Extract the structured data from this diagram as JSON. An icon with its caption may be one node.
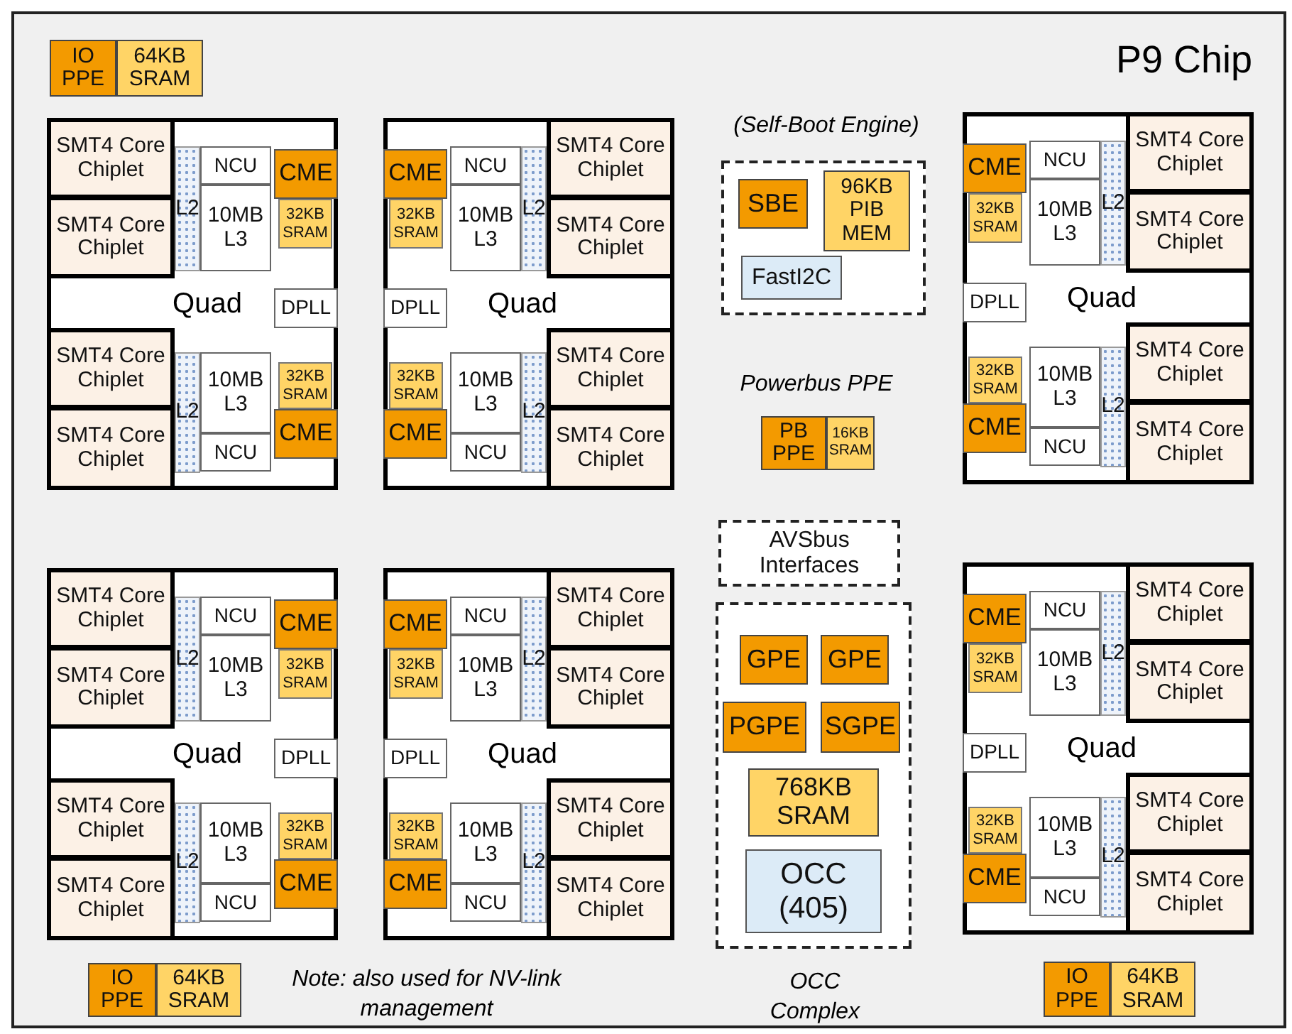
{
  "diagram": {
    "title": "P9 Chip",
    "nodes": [
      {
        "text": [
          "IO PPE"
        ]
      },
      {
        "text": [
          "64KB SRAM"
        ]
      },
      {
        "text": [
          "Quad"
        ]
      },
      {
        "text": [
          "SMT4 Core Chiplet"
        ],
        "in": 2
      },
      {
        "text": [
          "SMT4 Core Chiplet"
        ],
        "in": 2
      },
      {
        "text": [
          "L2"
        ],
        "in": 2
      },
      {
        "text": [
          "NCU"
        ],
        "in": 2
      },
      {
        "text": [
          "10MB L3"
        ],
        "in": 2
      },
      {
        "text": [
          "CME"
        ],
        "in": 2
      },
      {
        "text": [
          "32KB SRAM"
        ],
        "in": 2
      },
      {
        "text": [
          "DPLL"
        ],
        "in": 2
      },
      {
        "text": [
          "SMT4 Core Chiplet"
        ],
        "in": 2
      },
      {
        "text": [
          "SMT4 Core Chiplet"
        ],
        "in": 2
      },
      {
        "text": [
          "L2"
        ],
        "in": 2
      },
      {
        "text": [
          "10MB L3"
        ],
        "in": 2
      },
      {
        "text": [
          "32KB SRAM"
        ],
        "in": 2
      },
      {
        "text": [
          "NCU"
        ],
        "in": 2
      },
      {
        "text": [
          "CME"
        ],
        "in": 2
      },
      {
        "text": [
          "Quad"
        ]
      },
      {
        "text": [
          "SMT4 Core Chiplet"
        ],
        "in": 18
      },
      {
        "text": [
          "SMT4 Core Chiplet"
        ],
        "in": 18
      },
      {
        "text": [
          "L2"
        ],
        "in": 18
      },
      {
        "text": [
          "NCU"
        ],
        "in": 18
      },
      {
        "text": [
          "10MB L3"
        ],
        "in": 18
      },
      {
        "text": [
          "CME"
        ],
        "in": 18
      },
      {
        "text": [
          "32KB SRAM"
        ],
        "in": 18
      },
      {
        "text": [
          "DPLL"
        ],
        "in": 18
      },
      {
        "text": [
          "SMT4 Core Chiplet"
        ],
        "in": 18
      },
      {
        "text": [
          "SMT4 Core Chiplet"
        ],
        "in": 18
      },
      {
        "text": [
          "L2"
        ],
        "in": 18
      },
      {
        "text": [
          "10MB L3"
        ],
        "in": 18
      },
      {
        "text": [
          "32KB SRAM"
        ],
        "in": 18
      },
      {
        "text": [
          "NCU"
        ],
        "in": 18
      },
      {
        "text": [
          "CME"
        ],
        "in": 18
      },
      {
        "text": [
          "(Self-Boot Engine)"
        ]
      },
      {
        "text": [
          "SBE"
        ],
        "in": 34
      },
      {
        "text": [
          "96KB PIB MEM"
        ],
        "in": 34
      },
      {
        "text": [
          "FastI2C"
        ],
        "in": 34
      },
      {
        "text": [
          "PB PPE"
        ]
      },
      {
        "text": [
          "16KB SRAM"
        ]
      },
      {
        "text": [
          "Quad"
        ]
      },
      {
        "text": [
          "SMT4 Core Chiplet"
        ],
        "in": 40
      },
      {
        "text": [
          "SMT4 Core Chiplet"
        ],
        "in": 40
      },
      {
        "text": [
          "L2"
        ],
        "in": 40
      },
      {
        "text": [
          "NCU"
        ],
        "in": 40
      },
      {
        "text": [
          "10MB L3"
        ],
        "in": 40
      },
      {
        "text": [
          "CME"
        ],
        "in": 40
      },
      {
        "text": [
          "32KB SRAM"
        ],
        "in": 40
      },
      {
        "text": [
          "DPLL"
        ],
        "in": 40
      },
      {
        "text": [
          "SMT4 Core Chiplet"
        ],
        "in": 40
      },
      {
        "text": [
          "SMT4 Core Chiplet"
        ],
        "in": 40
      },
      {
        "text": [
          "L2"
        ],
        "in": 40
      },
      {
        "text": [
          "10MB L3"
        ],
        "in": 40
      },
      {
        "text": [
          "32KB SRAM"
        ],
        "in": 40
      },
      {
        "text": [
          "NCU"
        ],
        "in": 40
      },
      {
        "text": [
          "CME"
        ],
        "in": 40
      },
      {
        "text": [
          "Quad"
        ]
      },
      {
        "text": [
          "SMT4 Core Chiplet"
        ],
        "in": 56
      },
      {
        "text": [
          "SMT4 Core Chiplet"
        ],
        "in": 56
      },
      {
        "text": [
          "L2"
        ],
        "in": 56
      },
      {
        "text": [
          "NCU"
        ],
        "in": 56
      },
      {
        "text": [
          "10MB L3"
        ],
        "in": 56
      },
      {
        "text": [
          "CME"
        ],
        "in": 56
      },
      {
        "text": [
          "32KB SRAM"
        ],
        "in": 56
      },
      {
        "text": [
          "DPLL"
        ],
        "in": 56
      },
      {
        "text": [
          "SMT4 Core Chiplet"
        ],
        "in": 56
      },
      {
        "text": [
          "SMT4 Core Chiplet"
        ],
        "in": 56
      },
      {
        "text": [
          "L2"
        ],
        "in": 56
      },
      {
        "text": [
          "10MB L3"
        ],
        "in": 56
      },
      {
        "text": [
          "32KB SRAM"
        ],
        "in": 56
      },
      {
        "text": [
          "NCU"
        ],
        "in": 56
      },
      {
        "text": [
          "CME"
        ],
        "in": 56
      },
      {
        "text": [
          "Quad"
        ]
      },
      {
        "text": [
          "SMT4 Core Chiplet"
        ],
        "in": 72
      },
      {
        "text": [
          "SMT4 Core Chiplet"
        ],
        "in": 72
      },
      {
        "text": [
          "L2"
        ],
        "in": 72
      },
      {
        "text": [
          "NCU"
        ],
        "in": 72
      },
      {
        "text": [
          "10MB L3"
        ],
        "in": 72
      },
      {
        "text": [
          "CME"
        ],
        "in": 72
      },
      {
        "text": [
          "32KB SRAM"
        ],
        "in": 72
      },
      {
        "text": [
          "DPLL"
        ],
        "in": 72
      },
      {
        "text": [
          "SMT4 Core Chiplet"
        ],
        "in": 72
      },
      {
        "text": [
          "SMT4 Core Chiplet"
        ],
        "in": 72
      },
      {
        "text": [
          "L2"
        ],
        "in": 72
      },
      {
        "text": [
          "10MB L3"
        ],
        "in": 72
      },
      {
        "text": [
          "32KB SRAM"
        ],
        "in": 72
      },
      {
        "text": [
          "NCU"
        ],
        "in": 72
      },
      {
        "text": [
          "CME"
        ],
        "in": 72
      },
      {
        "text": [
          "AVSbus Interfaces"
        ]
      },
      {
        "text": [
          "OCC Complex"
        ]
      },
      {
        "text": [
          "GPE"
        ],
        "in": 89
      },
      {
        "text": [
          "GPE"
        ],
        "in": 89
      },
      {
        "text": [
          "PGPE"
        ],
        "in": 89
      },
      {
        "text": [
          "SGPE"
        ],
        "in": 89
      },
      {
        "text": [
          "768KB SRAM"
        ],
        "in": 89
      },
      {
        "text": [
          "OCC (405)"
        ],
        "in": 89
      },
      {
        "text": [
          "Quad"
        ]
      },
      {
        "text": [
          "SMT4 Core Chiplet"
        ],
        "in": 96
      },
      {
        "text": [
          "SMT4 Core Chiplet"
        ],
        "in": 96
      },
      {
        "text": [
          "L2"
        ],
        "in": 96
      },
      {
        "text": [
          "NCU"
        ],
        "in": 96
      },
      {
        "text": [
          "10MB L3"
        ],
        "in": 96
      },
      {
        "text": [
          "CME"
        ],
        "in": 96
      },
      {
        "text": [
          "32KB SRAM"
        ],
        "in": 96
      },
      {
        "text": [
          "DPLL"
        ],
        "in": 96
      },
      {
        "text": [
          "SMT4 Core Chiplet"
        ],
        "in": 96
      },
      {
        "text": [
          "SMT4 Core Chiplet"
        ],
        "in": 96
      },
      {
        "text": [
          "L2"
        ],
        "in": 96
      },
      {
        "text": [
          "10MB L3"
        ],
        "in": 96
      },
      {
        "text": [
          "32KB SRAM"
        ],
        "in": 96
      },
      {
        "text": [
          "NCU"
        ],
        "in": 96
      },
      {
        "text": [
          "CME"
        ],
        "in": 96
      },
      {
        "text": [
          "IO PPE"
        ]
      },
      {
        "text": [
          "64KB SRAM"
        ]
      },
      {
        "text": [
          "IO PPE"
        ]
      },
      {
        "text": [
          "64KB SRAM"
        ]
      }
    ],
    "labels": [
      "Powerbus PPE",
      "Note: also used for NV-link management"
    ]
  }
}
